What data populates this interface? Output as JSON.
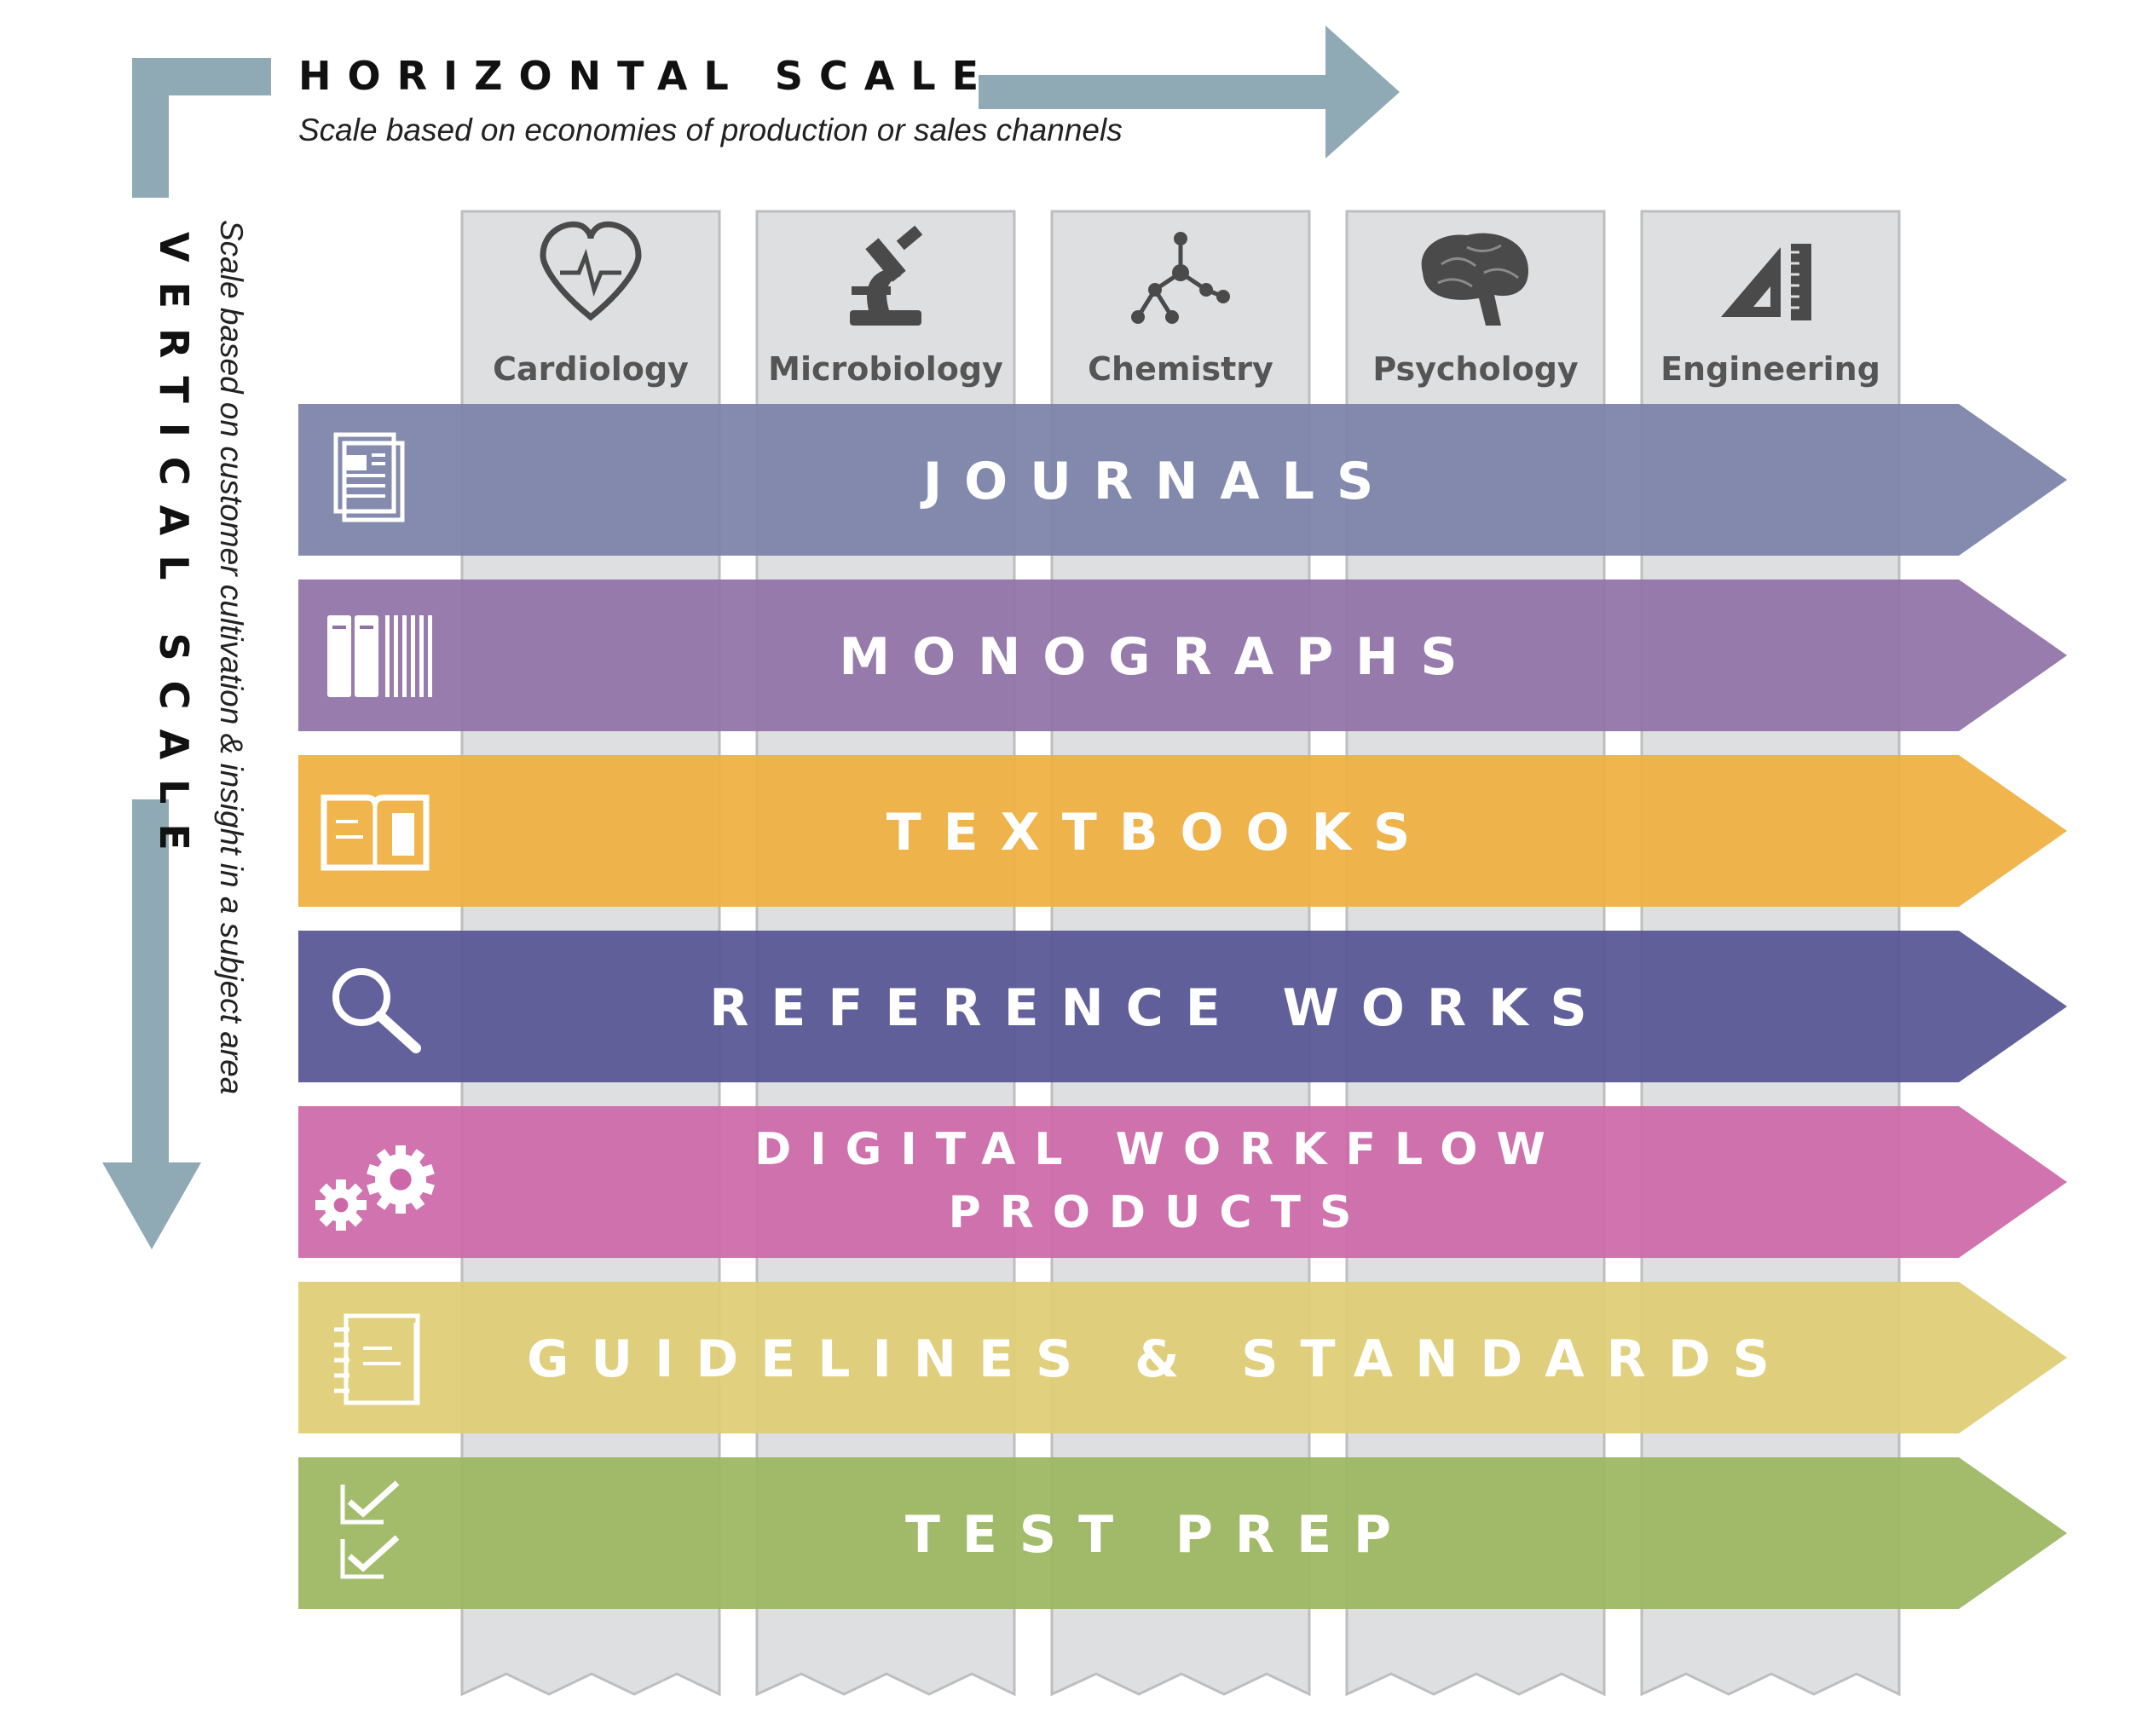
{
  "horizontal_scale": {
    "title": "HORIZONTAL SCALE",
    "subtitle": "Scale based on economies of production or sales channels"
  },
  "vertical_scale": {
    "title": "VERTICAL SCALE",
    "subtitle": "Scale based on customer cultivation & insight in a subject area"
  },
  "subjects": [
    {
      "label": "Cardiology",
      "icon": "heart-icon"
    },
    {
      "label": "Microbiology",
      "icon": "microscope-icon"
    },
    {
      "label": "Chemistry",
      "icon": "molecule-icon"
    },
    {
      "label": "Psychology",
      "icon": "brain-icon"
    },
    {
      "label": "Engineering",
      "icon": "ruler-triangle-icon"
    }
  ],
  "products": [
    {
      "label": [
        "JOURNALS"
      ],
      "icon": "journal-icon",
      "color": "#7C82A8"
    },
    {
      "label": [
        "MONOGRAPHS"
      ],
      "icon": "books-icon",
      "color": "#9072A8"
    },
    {
      "label": [
        "TEXTBOOKS"
      ],
      "icon": "open-book-icon",
      "color": "#F0AF3F"
    },
    {
      "label": [
        "REFERENCE WORKS"
      ],
      "icon": "magnifier-icon",
      "color": "#565594"
    },
    {
      "label": [
        "DIGITAL WORKFLOW",
        "PRODUCTS"
      ],
      "icon": "gears-icon",
      "color": "#CC68A8"
    },
    {
      "label": [
        "GUIDELINES & STANDARDS"
      ],
      "icon": "notepad-icon",
      "color": "#DFCD74"
    },
    {
      "label": [
        "TEST PREP"
      ],
      "icon": "checklist-icon",
      "color": "#9CB760"
    }
  ],
  "colors": {
    "scale_arrow": "#8FAAB4",
    "column_fill": "#DEDFE0",
    "column_border": "#BDBEBF",
    "icon_dark": "#4A4A4A"
  }
}
